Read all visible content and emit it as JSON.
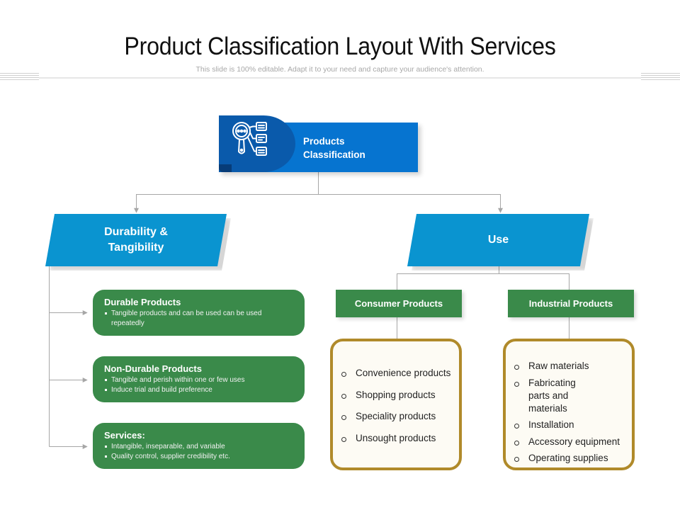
{
  "header": {
    "title": "Product Classification Layout With Services",
    "subtitle": "This slide is 100% editable. Adapt it to your need and capture your audience's attention."
  },
  "colors": {
    "primary_blue": "#0674d0",
    "dark_blue": "#0a5aab",
    "para_blue": "#0a94d0",
    "green": "#3a8a4a",
    "gold_border": "#b08a2a",
    "gold_fill": "#fdfbf4",
    "connector": "#a6a6a6"
  },
  "root": {
    "icon": "magnifier-with-list-icon",
    "label_line1": "Products",
    "label_line2": "Classification"
  },
  "branches": {
    "durability": {
      "label_line1": "Durability &",
      "label_line2": "Tangibility",
      "items": [
        {
          "title": "Durable Products",
          "bullets": [
            "Tangible products and can be used can be used repeatedly"
          ]
        },
        {
          "title": "Non-Durable Products",
          "bullets": [
            "Tangible and perish within one or few uses",
            "Induce trial and build preference"
          ]
        },
        {
          "title": "Services:",
          "bullets": [
            "Intangible, inseparable, and variable",
            "Quality control, supplier credibility etc."
          ]
        }
      ]
    },
    "use": {
      "label": "Use",
      "consumer": {
        "title": "Consumer Products",
        "items": [
          "Convenience products",
          "Shopping products",
          "Speciality products",
          "Unsought products"
        ]
      },
      "industrial": {
        "title": "Industrial Products",
        "items": [
          "Raw materials",
          "Fabricating parts and materials",
          "Installation",
          "Accessory equipment",
          "Operating supplies"
        ]
      }
    }
  }
}
